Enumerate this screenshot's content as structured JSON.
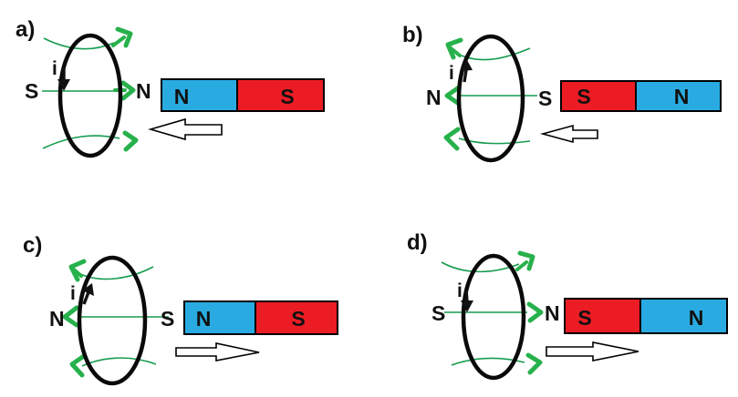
{
  "figure": {
    "type": "physics-induction-diagram",
    "panel_count": 4
  },
  "colors": {
    "pole_n_blue": "#29abe2",
    "pole_s_red": "#ec1c24",
    "field_arrow_green": "#27b14c",
    "field_line_green": "#169c4f",
    "current_black": "#111111",
    "loop_black": "#0a0a0a",
    "motion_arrow_fill": "#ffffff",
    "motion_arrow_outline": "#000000"
  },
  "panels": [
    {
      "id": "a",
      "label": "a)",
      "current_label": "i",
      "current_direction": "down",
      "loop_pole_left": "S",
      "loop_pole_right": "N",
      "field_arrow_direction": "right",
      "magnet_left_pole": "N",
      "magnet_right_pole": "S",
      "magnet_motion": "left"
    },
    {
      "id": "b",
      "label": "b)",
      "current_label": "i",
      "current_direction": "up",
      "loop_pole_left": "N",
      "loop_pole_right": "S",
      "field_arrow_direction": "left",
      "magnet_left_pole": "S",
      "magnet_right_pole": "N",
      "magnet_motion": "left"
    },
    {
      "id": "c",
      "label": "c)",
      "current_label": "i",
      "current_direction": "up",
      "loop_pole_left": "N",
      "loop_pole_right": "S",
      "field_arrow_direction": "left",
      "magnet_left_pole": "N",
      "magnet_right_pole": "S",
      "magnet_motion": "right"
    },
    {
      "id": "d",
      "label": "d)",
      "current_label": "i",
      "current_direction": "down",
      "loop_pole_left": "S",
      "loop_pole_right": "N",
      "field_arrow_direction": "right",
      "magnet_left_pole": "S",
      "magnet_right_pole": "N",
      "magnet_motion": "right"
    }
  ]
}
